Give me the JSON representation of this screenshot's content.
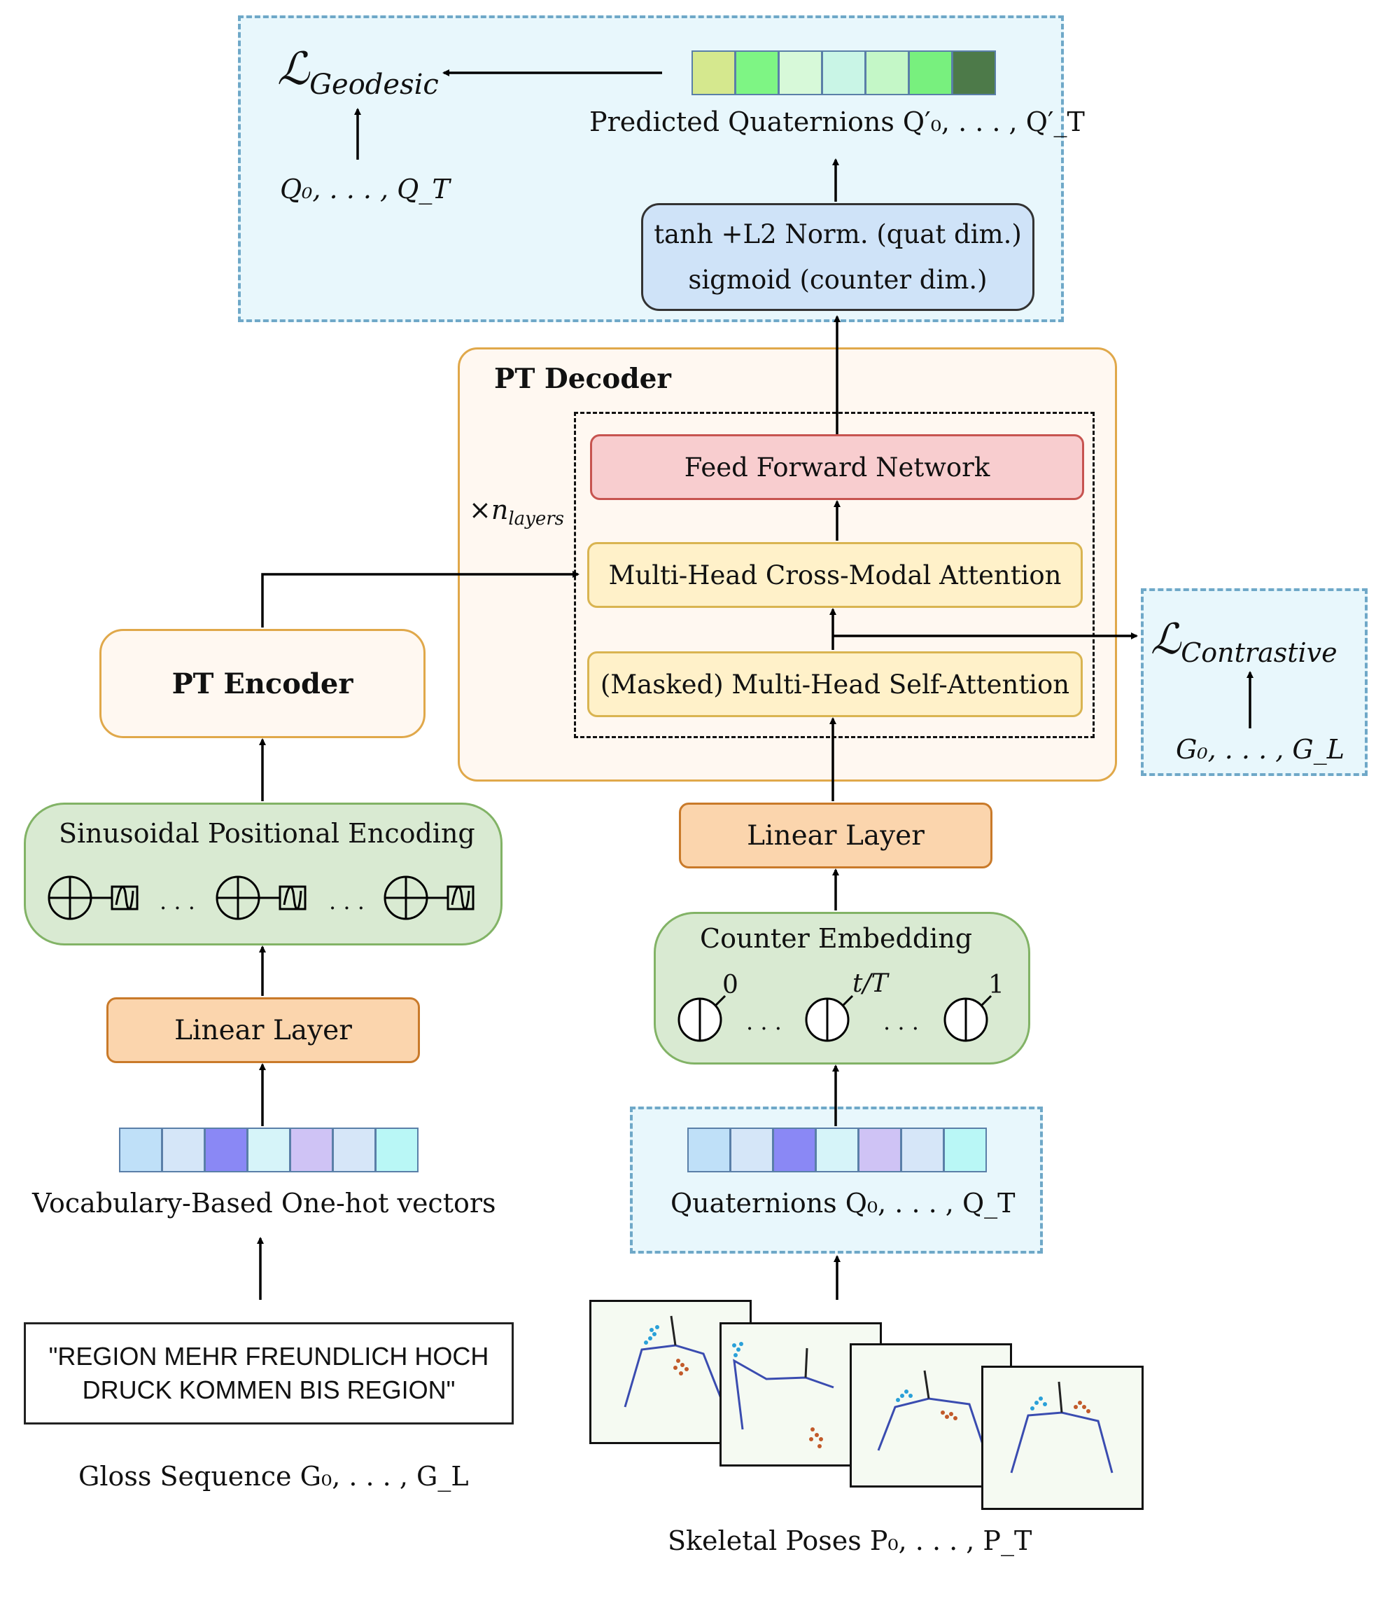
{
  "geodesic": {
    "loss": "ℒ",
    "loss_sub": "Geodesic",
    "gt_label": "Q₀, . . . , Q_T",
    "pred_label": "Predicted Quaternions  Q′₀, . . . , Q′_T"
  },
  "norm": {
    "line1": "tanh +L2 Norm. (quat dim.)",
    "line2": "sigmoid (counter dim.)"
  },
  "decoder": {
    "title": "PT Decoder",
    "repeat": "×n",
    "repeat_sub": "layers",
    "ffn": "Feed Forward Network",
    "cross_attn": "Multi-Head Cross-Modal Attention",
    "self_attn": "(Masked) Multi-Head Self-Attention"
  },
  "contrastive": {
    "loss": "ℒ",
    "loss_sub": "Contrastive",
    "gt_label": "G₀, . . . , G_L"
  },
  "encoder": {
    "title": "PT Encoder"
  },
  "pos_enc": {
    "title": "Sinusoidal Positional Encoding",
    "dots": ". . ."
  },
  "left_linear": {
    "title": "Linear Layer"
  },
  "right_linear": {
    "title": "Linear Layer"
  },
  "counter": {
    "title": "Counter Embedding",
    "label_start": "0",
    "label_mid": "t/T",
    "label_end": "1",
    "dots": ". . ."
  },
  "onehot": {
    "label": "Vocabulary-Based One-hot vectors",
    "colors": [
      "#bfe0f8",
      "#d5e6f8",
      "#8a88f5",
      "#d6f4f9",
      "#cfc3f5",
      "#d6e6f8",
      "#b9f7f6"
    ]
  },
  "quaternions": {
    "label": "Quaternions  Q₀, . . . , Q_T",
    "colors": [
      "#bfe0f8",
      "#d5e6f8",
      "#8a88f5",
      "#d6f4f9",
      "#cfc3f5",
      "#d6e6f8",
      "#b9f7f6"
    ]
  },
  "predicted_colors": [
    "#d5e88e",
    "#7ef584",
    "#d7f9d9",
    "#c9f5e6",
    "#c4f7c7",
    "#78f07e",
    "#4d7a49"
  ],
  "gloss": {
    "line1": "\"REGION MEHR FREUNDLICH HOCH",
    "line2": "DRUCK KOMMEN BIS REGION\"",
    "label": "Gloss Sequence  G₀, . . . , G_L"
  },
  "poses": {
    "label": "Skeletal Poses  P₀, . . . , P_T"
  }
}
